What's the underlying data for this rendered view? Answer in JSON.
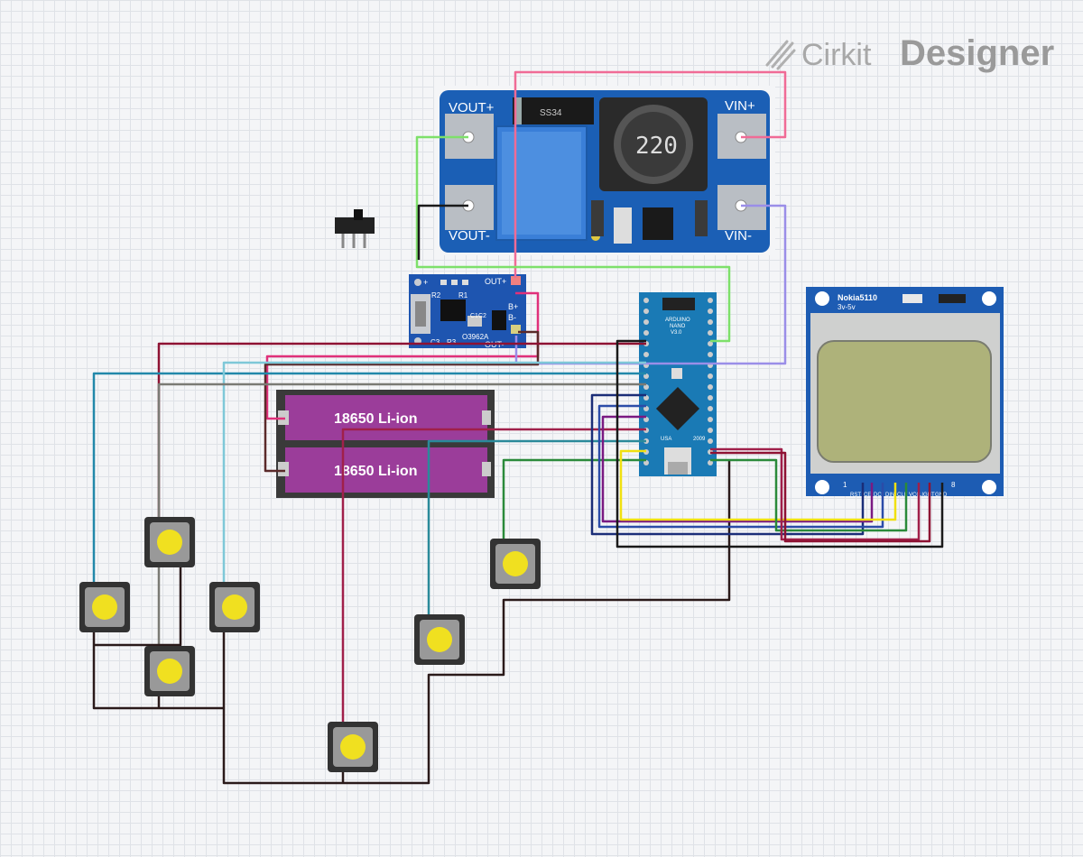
{
  "logo": {
    "brand": "Cirkit",
    "product": "Designer"
  },
  "boost_module": {
    "vout_plus": "VOUT+",
    "vout_minus": "VOUT-",
    "vin_plus": "VIN+",
    "vin_minus": "VIN-",
    "inductor": "220",
    "diode": "SS34"
  },
  "charger_module": {
    "out_plus": "OUT+",
    "out_minus": "OUT-",
    "b_plus": "B+",
    "b_minus": "B-",
    "chip": "O3962A",
    "r1": "R1",
    "r2": "R2",
    "r3": "R3",
    "c1c2": "C1C2",
    "c3": "C3",
    "plus": "+"
  },
  "batteries": [
    {
      "label": "18650 Li-ion"
    },
    {
      "label": "18650 Li-ion"
    }
  ],
  "arduino": {
    "title": "ARDUINO",
    "model": "NANO",
    "version": "V3.0",
    "usa": "USA",
    "year": "2009"
  },
  "lcd": {
    "title": "Nokia5110",
    "voltage": "3v-5v",
    "pin_first": "1",
    "pin_last": "8",
    "pins": [
      "RST",
      "CE",
      "DC",
      "DIN",
      "CLK",
      "VCC",
      "LIGHT",
      "GND"
    ]
  },
  "colors": {
    "pink": "#f06b96",
    "green": "#7ee06a",
    "lavender": "#9a8ee8",
    "darkred": "#8e1233",
    "teal": "#2288aa",
    "lightblue": "#7ec8d8",
    "gray": "#7a7a74",
    "brown": "#5a2a2a",
    "navy": "#1a2d78",
    "blue": "#2b4ca8",
    "purple": "#7a1a82",
    "yellow": "#f0e010",
    "darkgreen": "#2a8a3a",
    "black": "#1a1a1a"
  }
}
